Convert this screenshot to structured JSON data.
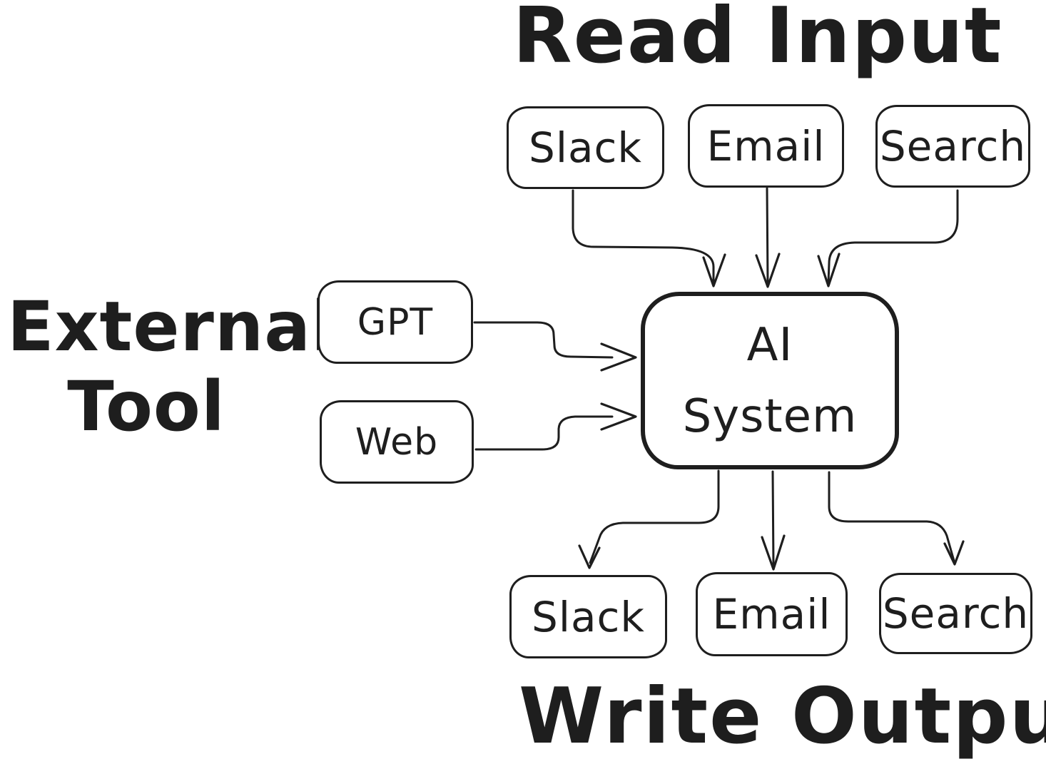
{
  "diagram": {
    "titles": {
      "read_input": "Read Input",
      "write_output": "Write Output"
    },
    "external_tool_label": {
      "line1": "External",
      "line2": "Tool"
    },
    "center_node": {
      "line1": "AI",
      "line2": "System"
    },
    "input_nodes": [
      {
        "label": "Slack"
      },
      {
        "label": "Email"
      },
      {
        "label": "Search"
      }
    ],
    "external_nodes": [
      {
        "label": "GPT"
      },
      {
        "label": "Web"
      }
    ],
    "output_nodes": [
      {
        "label": "Slack"
      },
      {
        "label": "Email"
      },
      {
        "label": "Search"
      }
    ],
    "edges": [
      "Slack->AI System (read)",
      "Email->AI System (read)",
      "Search->AI System (read)",
      "GPT->AI System (tool)",
      "Web->AI System (tool)",
      "AI System->Slack (write)",
      "AI System->Email (write)",
      "AI System->Search (write)"
    ],
    "colors": {
      "stroke": "#1e1e1e",
      "background": "#ffffff"
    }
  }
}
